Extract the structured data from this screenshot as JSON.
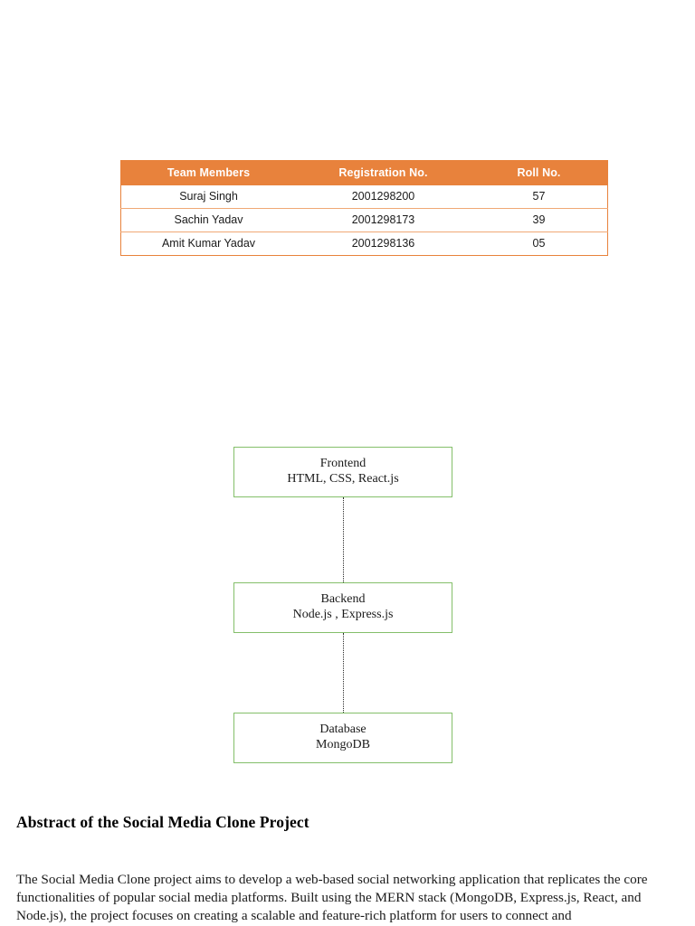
{
  "document": {
    "page_background": "#ffffff",
    "accent_orange": "#E8823C",
    "accent_green": "#84BF6A"
  },
  "team_table": {
    "headers": [
      "Team Members",
      "Registration No.",
      "Roll No."
    ],
    "rows": [
      {
        "name": "Suraj Singh",
        "registration_no": "2001298200",
        "roll_no": "57"
      },
      {
        "name": "Sachin Yadav",
        "registration_no": "2001298173",
        "roll_no": "39"
      },
      {
        "name": "Amit Kumar Yadav",
        "registration_no": "2001298136",
        "roll_no": "05"
      }
    ]
  },
  "architecture_diagram": {
    "boxes": [
      {
        "title": "Frontend",
        "subtitle": "HTML, CSS, React.js"
      },
      {
        "title": "Backend",
        "subtitle": "Node.js , Express.js"
      },
      {
        "title": "Database",
        "subtitle": "MongoDB"
      }
    ]
  },
  "abstract": {
    "heading": "Abstract of the Social Media Clone Project",
    "body": "The Social Media Clone project aims to develop a web-based social networking application that replicates the core functionalities of popular social media platforms. Built using the MERN stack (MongoDB, Express.js, React, and Node.js), the project focuses on creating a scalable and feature-rich platform for users to connect and"
  }
}
